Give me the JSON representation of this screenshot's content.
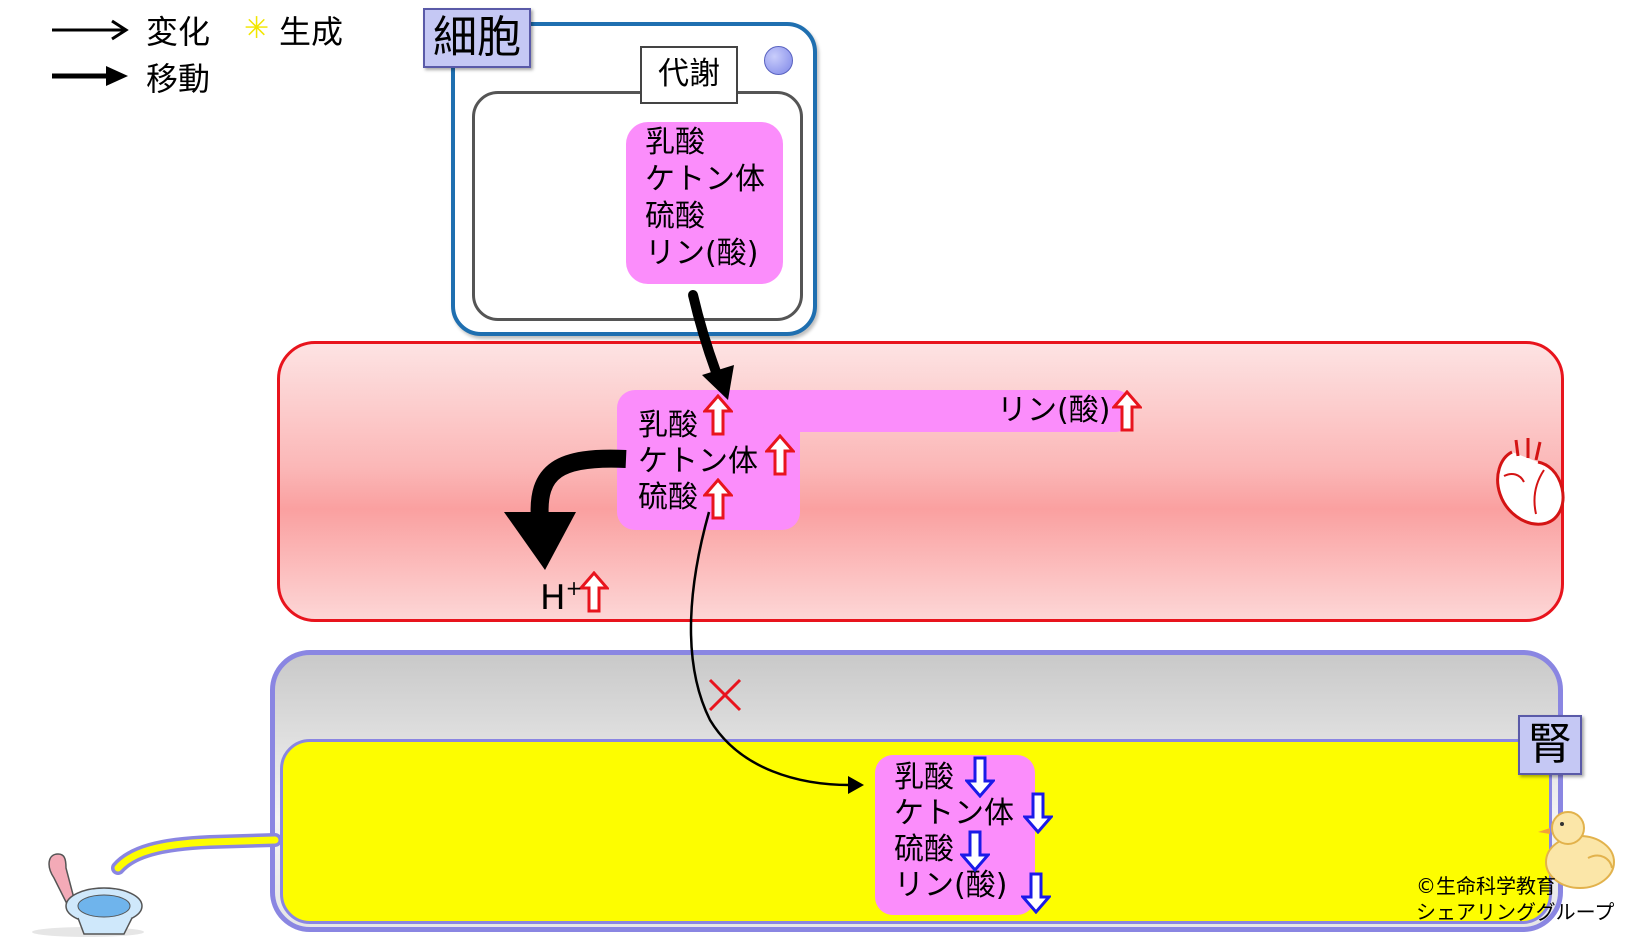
{
  "legend": {
    "change_label": "変化",
    "generate_symbol": "✳",
    "generate_label": "生成",
    "move_label": "移動"
  },
  "cell": {
    "title": "細胞",
    "metabolism_label": "代謝",
    "substances": [
      "乳酸",
      "ケトン体",
      "硫酸",
      "リン(酸)"
    ]
  },
  "blood": {
    "substances": [
      "乳酸",
      "ケトン体",
      "硫酸"
    ],
    "phosphate": "リン(酸)",
    "hydrogen": "H",
    "hydrogen_sup": "+"
  },
  "kidney": {
    "title": "腎",
    "substances": [
      "乳酸",
      "ケトン体",
      "硫酸",
      "リン(酸)"
    ]
  },
  "copyright": {
    "line1": "©生命科学教育",
    "line2": "シェアリンググループ"
  },
  "colors": {
    "cell_border": "#1f6fb0",
    "blood_border": "#e8141d",
    "kidney_border": "#8a86e2",
    "pink": "#fb8dfb",
    "urine": "#fdfd00",
    "up_arrow": "#e8141d",
    "down_arrow": "#1a1ae8"
  }
}
